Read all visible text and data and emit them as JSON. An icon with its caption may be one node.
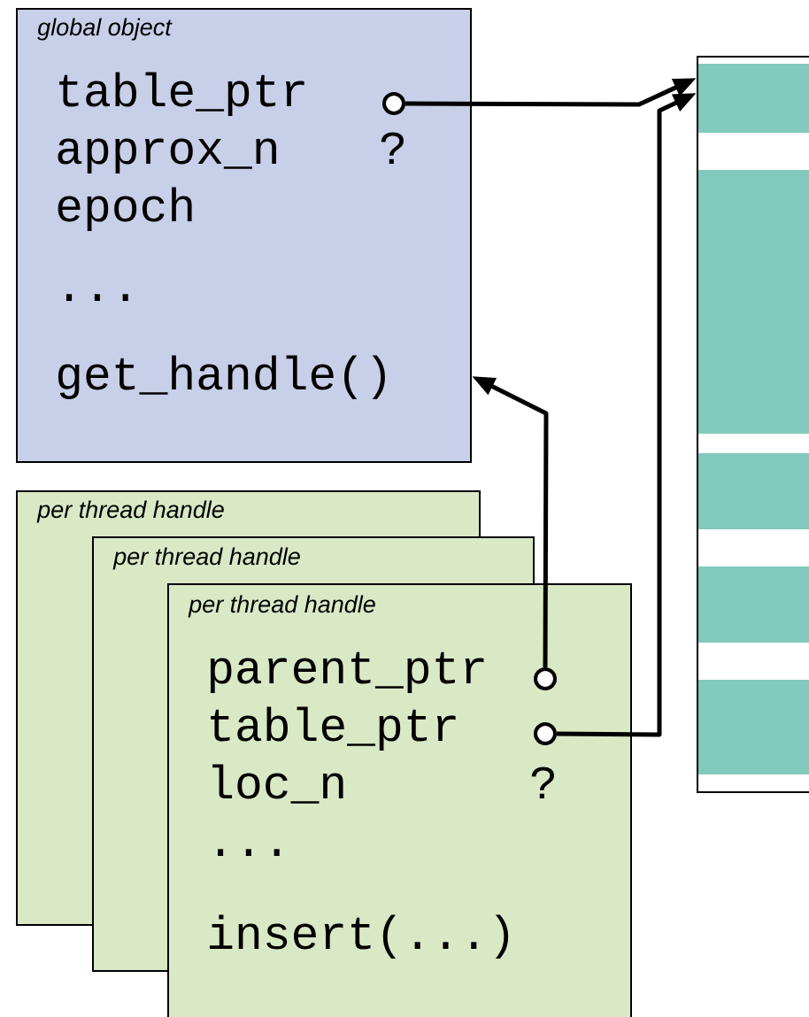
{
  "diagram": {
    "nodes": [
      {
        "text": [
          "global object",
          "table_ptr",
          "approx_n",
          "?",
          "epoch",
          "...",
          "get_handle()"
        ]
      },
      {
        "text": [],
        "shape": "circle",
        "in": 0
      },
      {
        "text": [
          "per thread handle"
        ]
      },
      {
        "text": [
          "per thread handle"
        ]
      },
      {
        "text": [
          "per thread handle",
          "parent_ptr",
          "table_ptr",
          "loc_n",
          "?",
          "...",
          "insert(...)"
        ]
      },
      {
        "text": [],
        "shape": "circle",
        "in": 4
      },
      {
        "text": [],
        "shape": "circle",
        "in": 4
      },
      {
        "text": [],
        "shape": "box"
      }
    ],
    "edges": [
      {
        "from": 1,
        "to": 7,
        "arrow": "to"
      },
      {
        "from": 5,
        "to": 0,
        "arrow": "to"
      },
      {
        "from": 6,
        "to": 7,
        "arrow": "to"
      }
    ]
  }
}
